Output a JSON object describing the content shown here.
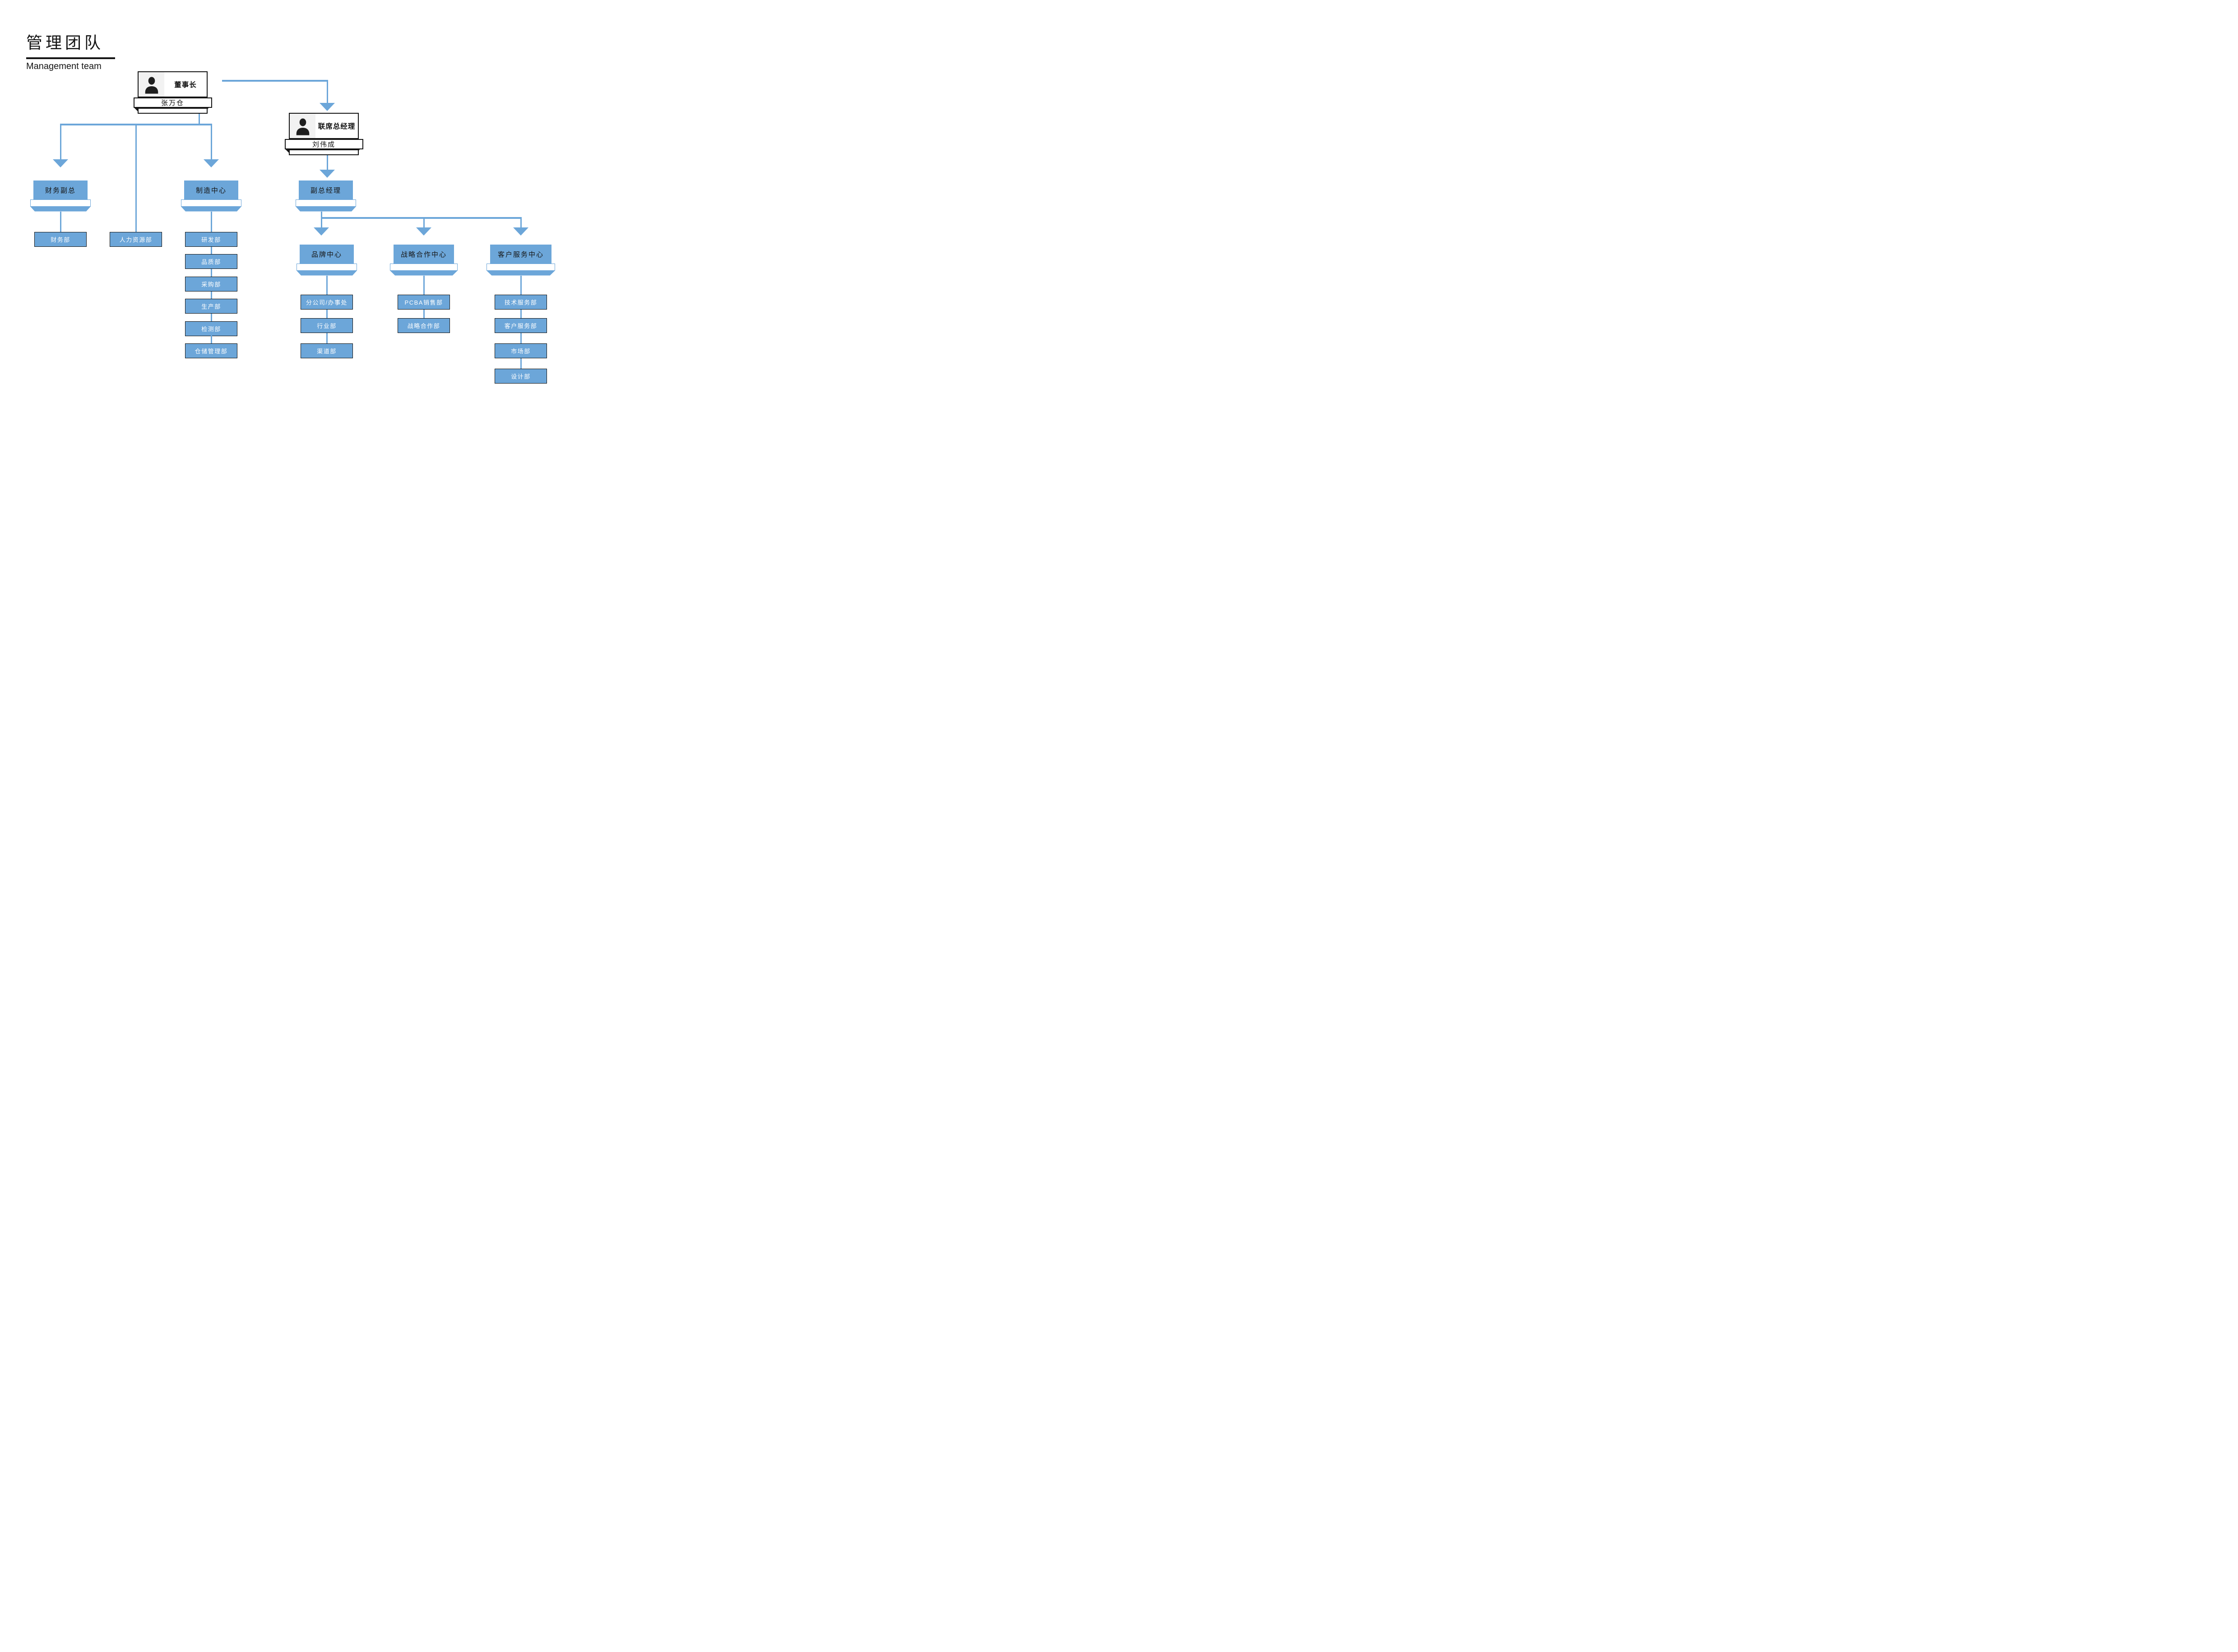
{
  "title": {
    "zh": "管理团队",
    "en": "Management team"
  },
  "colors": {
    "accent_blue": "#6ca6d9",
    "box_border_black": "#141414",
    "photo_background": "#f2f2f2",
    "dept_text": "#ffffff",
    "header_text": "#161616"
  },
  "chairman": {
    "title": "董事长",
    "name": "张万仓"
  },
  "co_general_manager": {
    "title": "联席总经理",
    "name": "刘伟成"
  },
  "level2": {
    "finance_vp": "财务副总",
    "manufacturing_center": "制造中心",
    "deputy_general_manager": "副总经理"
  },
  "level3": {
    "brand_center": "品牌中心",
    "strategic_cooperation_center": "战略合作中心",
    "customer_service_center": "客户服务中心"
  },
  "departments": {
    "finance": "财务部",
    "hr": "人力资源部",
    "manufacturing": [
      "研发部",
      "品质部",
      "采购部",
      "生产部",
      "检测部",
      "仓储管理部"
    ],
    "brand": [
      "分公司/办事处",
      "行业部",
      "渠道部"
    ],
    "strategic": [
      "PCBA销售部",
      "战略合作部"
    ],
    "customer_service": [
      "技术服务部",
      "客户服务部",
      "市场部",
      "设计部"
    ]
  },
  "icons": {
    "person": "person-icon"
  }
}
